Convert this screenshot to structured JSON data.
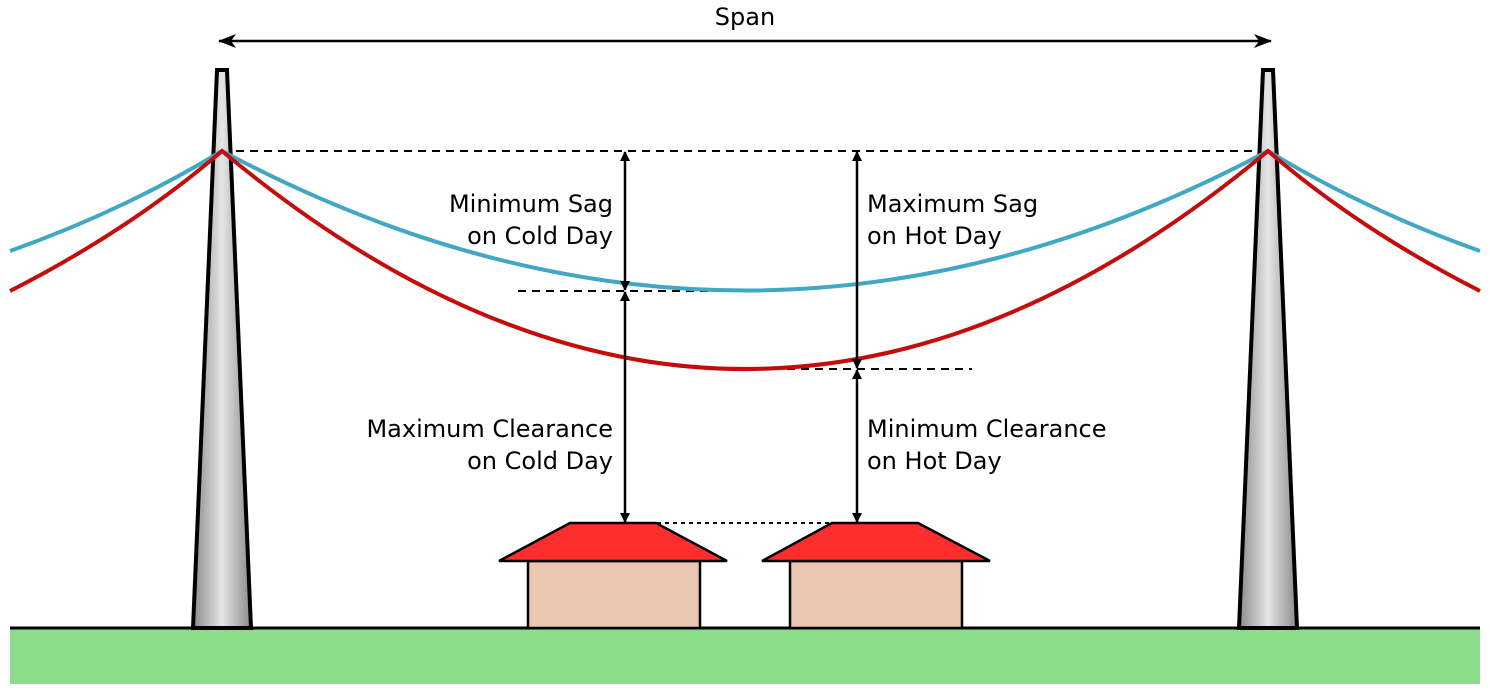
{
  "diagram": {
    "span_label": "Span",
    "min_sag": {
      "line1": "Minimum Sag",
      "line2": "on Cold Day"
    },
    "max_sag": {
      "line1": "Maximum Sag",
      "line2": "on Hot Day"
    },
    "max_clearance": {
      "line1": "Maximum Clearance",
      "line2": "on Cold Day"
    },
    "min_clearance": {
      "line1": "Minimum Clearance",
      "line2": "on Hot Day"
    }
  },
  "colors": {
    "cold_conductor": "#41a8c4",
    "hot_conductor": "#c40c0c",
    "ground": "#8bdd8b",
    "roof": "#ff2e2e",
    "house_wall": "#e9c7b0",
    "tower_light": "#e6e6e6",
    "tower_dark": "#8a8a8a"
  }
}
